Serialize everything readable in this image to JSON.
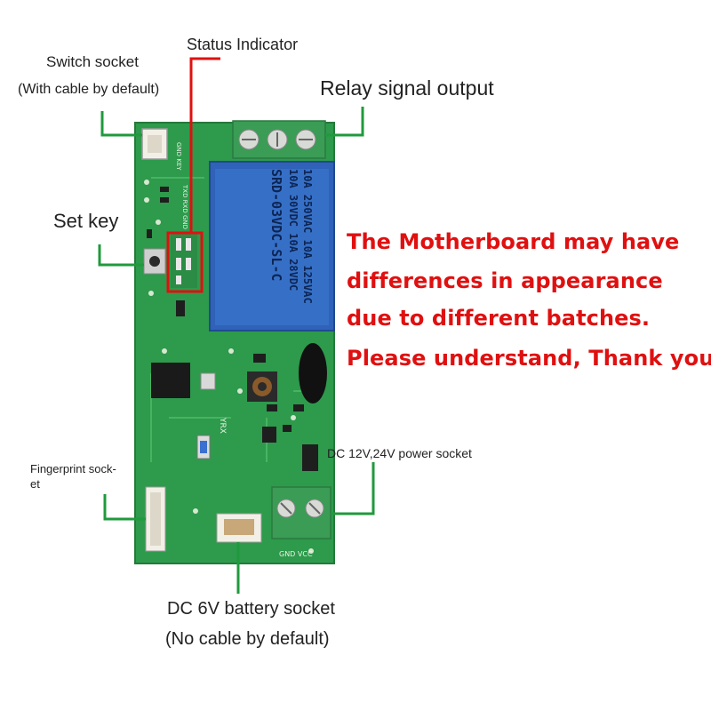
{
  "labels": {
    "switch_socket": "Switch socket",
    "switch_socket_note": "(With cable by default)",
    "status_indicator": "Status Indicator",
    "relay_output": "Relay signal output",
    "set_key": "Set key",
    "fingerprint_socket_1": "Fingerprint sock-",
    "fingerprint_socket_2": "et",
    "dc_power_socket": "DC 12V,24V power socket",
    "battery_socket": "DC 6V battery socket",
    "battery_socket_note": "(No cable by default)"
  },
  "notice": {
    "line1": "The Motherboard may have",
    "line2": "differences in appearance",
    "line3": "due to different batches.",
    "line4": "Please understand, Thank you!"
  },
  "board": {
    "relay_lines": [
      "10A 250VAC 10A 125VAC",
      "10A 30VDC 10A 28VDC",
      "SRD-03VDC-SL-C"
    ],
    "silk_top": "GND KEY",
    "silk_leds": "TXD RXD GND",
    "silk_bottom": "GND VCC",
    "silk_model": "YRX"
  },
  "colors": {
    "pcb": "#2e9a4c",
    "relay": "#2f62b8",
    "terminal": "#3a9c55",
    "leader_green": "#1f9a3c",
    "leader_red": "#e01010",
    "notice_text": "#e01010"
  }
}
